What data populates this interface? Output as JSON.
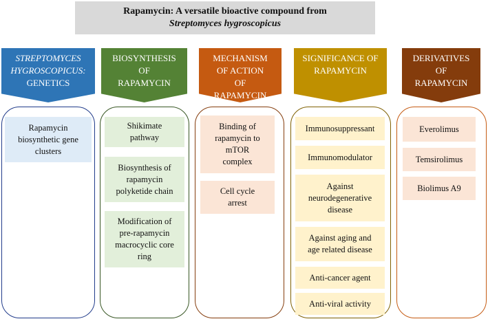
{
  "title": {
    "line1": "Rapamycin: A versatile bioactive compound from",
    "line2": "Streptomyces hygroscopicus"
  },
  "columns": [
    {
      "header": {
        "line1": "STREPTOMYCES",
        "line2": "HYGROSCOPICUS:",
        "line3": "GENETICS"
      },
      "colors": {
        "header": "#2e75b6",
        "border": "#1f3a8a",
        "item": "#deebf7"
      },
      "items": [
        {
          "line1": "Rapamycin",
          "line2": "biosynthetic gene",
          "line3": "clusters"
        }
      ]
    },
    {
      "header": {
        "line1": "BIOSYNTHESIS",
        "line2": "OF",
        "line3": "RAPAMYCIN"
      },
      "colors": {
        "header": "#548235",
        "border": "#375623",
        "item": "#e2efda"
      },
      "items": [
        {
          "line1": "Shikimate",
          "line2": "pathway"
        },
        {
          "line1": "Biosynthesis of",
          "line2": "rapamycin",
          "line3": "polyketide chain"
        },
        {
          "line1": "Modification of",
          "line2": "pre-rapamycin",
          "line3": "macrocyclic core",
          "line4": "ring"
        }
      ]
    },
    {
      "header": {
        "line1": "MECHANISM",
        "line2": "OF ACTION",
        "line3": "OF",
        "line4": "RAPAMYCIN"
      },
      "colors": {
        "header": "#c55a11",
        "border": "#843c0c",
        "item": "#fbe5d6"
      },
      "items": [
        {
          "line1": "Binding of",
          "line2": "rapamycin to",
          "line3": "mTOR",
          "line4": "complex"
        },
        {
          "line1": "Cell cycle",
          "line2": "arrest"
        }
      ]
    },
    {
      "header": {
        "line1": "SIGNIFICANCE OF",
        "line2": "RAPAMYCIN"
      },
      "colors": {
        "header": "#bf9000",
        "border": "#7f6000",
        "item": "#fff2cc"
      },
      "items": [
        {
          "line1": "Immunosuppressant"
        },
        {
          "line1": "Immunomodulator"
        },
        {
          "line1": "Against",
          "line2": "neurodegenerative",
          "line3": "disease"
        },
        {
          "line1": "Against aging  and",
          "line2": "age related disease"
        },
        {
          "line1": "Anti-cancer agent"
        },
        {
          "line1": "Anti-viral activity"
        }
      ]
    },
    {
      "header": {
        "line1": "DERIVATIVES",
        "line2": "OF",
        "line3": "RAPAMYCIN"
      },
      "colors": {
        "header": "#843c0c",
        "border": "#c55a11",
        "item": "#fbe5d6"
      },
      "items": [
        {
          "line1": "Everolimus"
        },
        {
          "line1": "Temsirolimus"
        },
        {
          "line1": "Biolimus A9"
        }
      ]
    }
  ]
}
